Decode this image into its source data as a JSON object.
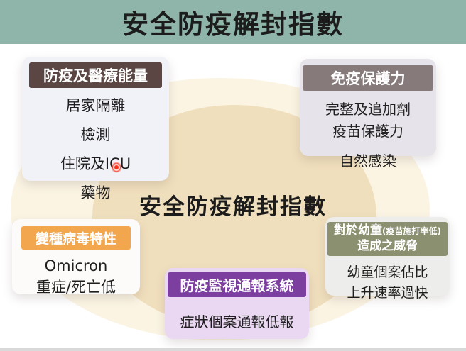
{
  "banner": {
    "title": "安全防疫解封指數"
  },
  "center": {
    "title": "安全防疫解封指數"
  },
  "boxes": {
    "medical": {
      "header": "防疫及醫療能量",
      "items": [
        "居家隔離",
        "檢測",
        "住院及ICU",
        "藥物"
      ]
    },
    "immunity": {
      "header": "免疫保護力",
      "items": [
        "完整及追加劑",
        "疫苗保護力",
        "自然感染"
      ]
    },
    "variant": {
      "header": "變種病毒特性",
      "items": [
        "Omicron",
        "重症/死亡低"
      ]
    },
    "surveillance": {
      "header": "防疫監視通報系統",
      "items": [
        "症狀個案通報低報"
      ]
    },
    "children": {
      "header_main": "對於幼童",
      "header_paren": "(疫苗施打率低)",
      "header_line2": "造成之威脅",
      "items": [
        "幼童個案佔比",
        "上升速率過快"
      ]
    }
  },
  "icons": {
    "laser_pointer": "red-glow-dot"
  },
  "colors": {
    "banner-bg": "#8FB5AB",
    "title-ink": "#1C1C1C",
    "header-text": "#FFFFFF",
    "card-medical-header-bg": "#5B4644",
    "card-medical-body-bg": "#F1F1F8",
    "card-immunity-header-bg": "#877A7B",
    "card-immunity-body-bg": "#E7E3EA",
    "card-variant-header-bg": "#F2A74E",
    "card-variant-body-bg": "#FDFBFA",
    "card-surveillance-header-bg": "#7C3FA0",
    "card-surveillance-body-bg": "#EAD8F3",
    "card-children-header-bg": "#8B9170",
    "card-children-body-bg": "#EDEDEB",
    "ellipse-outer": "#FBF4E3",
    "ellipse-inner": "#F0DFBD",
    "laser-red": "#FF2D1A",
    "bottom-strip": "#D9D9D9"
  }
}
